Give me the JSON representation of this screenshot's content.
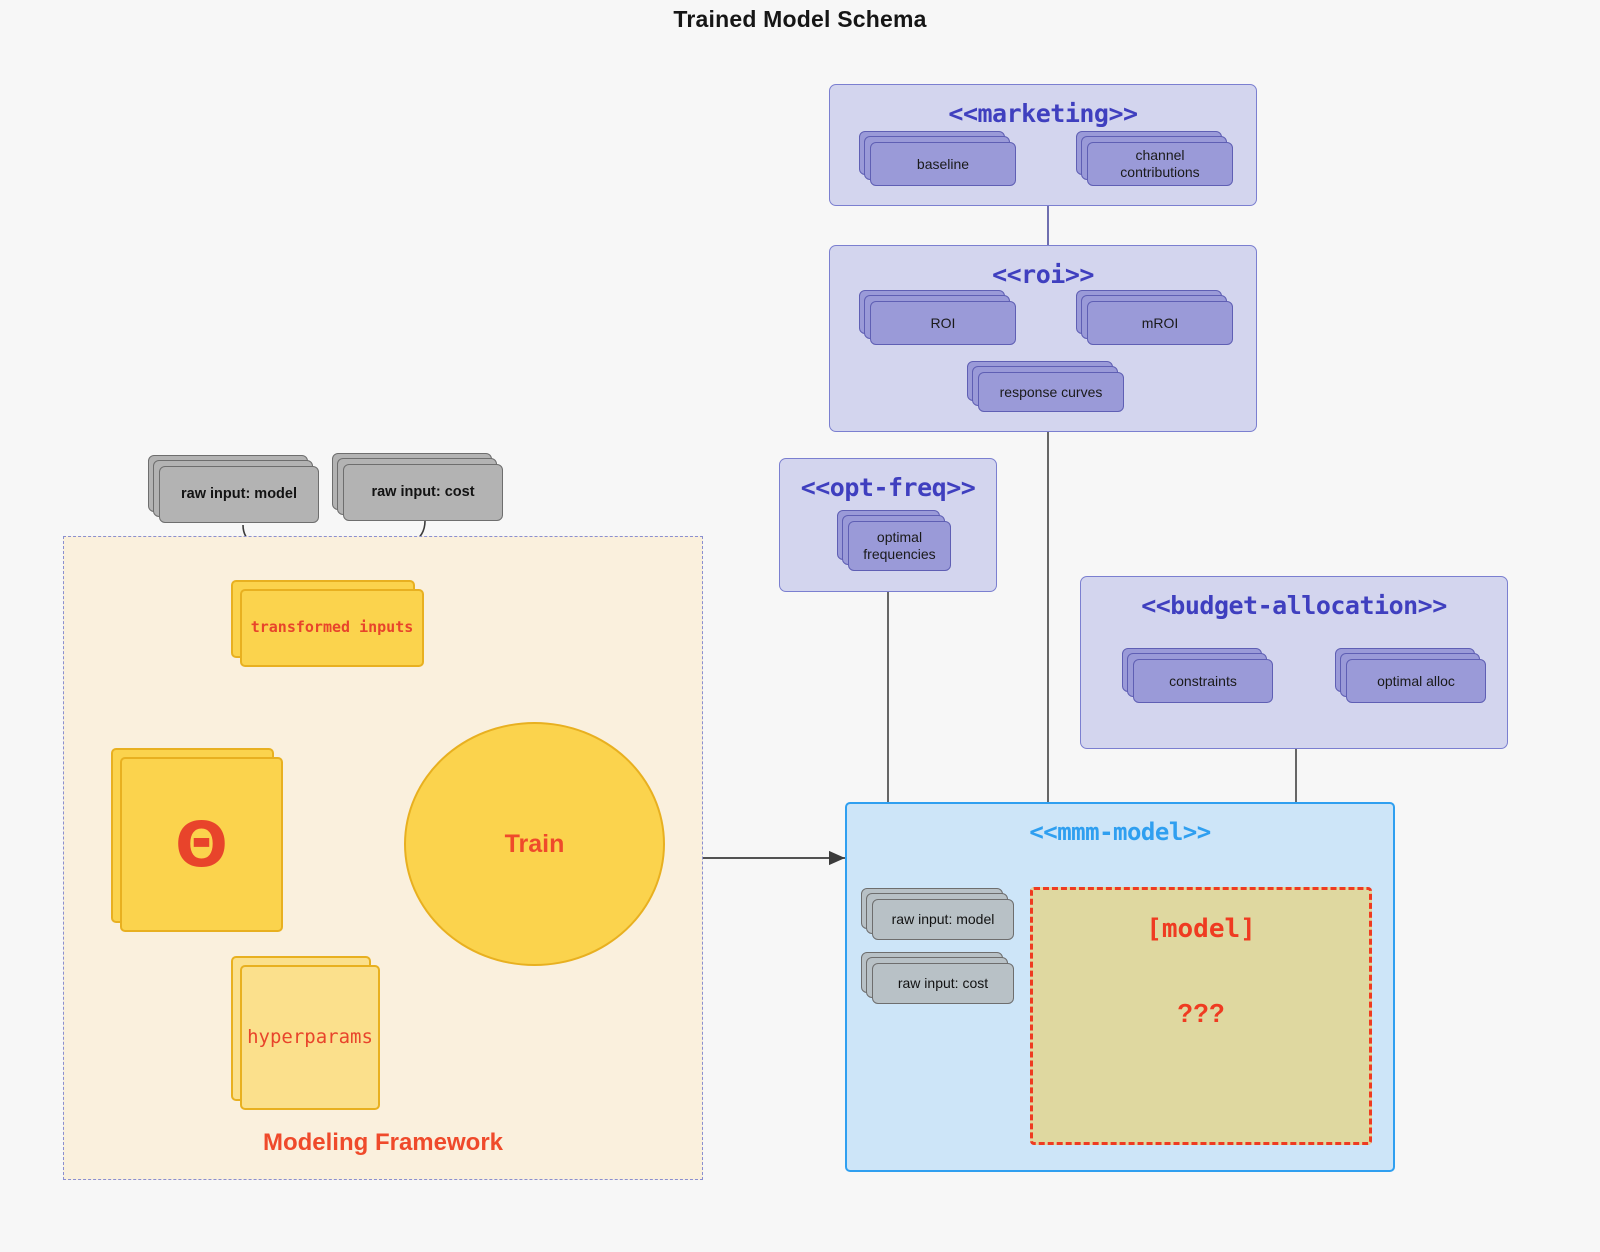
{
  "title": "Trained Model Schema",
  "colors": {
    "background": "#f7f7f7",
    "package_fill": "#d3d5ee",
    "package_border": "#7b7fd0",
    "package_title": "#3f3fbf",
    "node_purple_fill": "#9a9ad8",
    "node_purple_border": "#5f5fb4",
    "node_gray_fill": "#b3b3b3",
    "node_gray_border": "#6e6e6e",
    "mmm_fill": "#cde5f8",
    "mmm_border": "#2f9ff0",
    "framework_fill": "#faf0dd",
    "framework_border": "#8a8fd0",
    "yellow_fill": "#fbd34d",
    "yellow_border": "#e8b020",
    "pale_yellow_fill": "#fbe08c",
    "accent_red": "#ef4a2b",
    "model_box_fill": "#dfd8a0",
    "model_box_border": "#ef3b21"
  },
  "framework": {
    "label": "Modeling Framework",
    "raw_inputs": [
      {
        "label": "raw input: model"
      },
      {
        "label": "raw input: cost"
      }
    ],
    "transformed_inputs": {
      "label": "transformed inputs"
    },
    "theta": {
      "label": "Θ"
    },
    "hyperparams": {
      "label": "hyperparams"
    },
    "train": {
      "label": "Train"
    }
  },
  "packages": [
    {
      "id": "marketing",
      "title": "<<marketing>>",
      "nodes": [
        {
          "label": "baseline"
        },
        {
          "label": "channel contributions"
        }
      ]
    },
    {
      "id": "roi",
      "title": "<<roi>>",
      "nodes": [
        {
          "label": "ROI"
        },
        {
          "label": "mROI"
        },
        {
          "label": "response curves"
        }
      ]
    },
    {
      "id": "opt-freq",
      "title": "<<opt-freq>>",
      "nodes": [
        {
          "label": "optimal\nfrequencies",
          "line1": "optimal",
          "line2": "frequencies"
        }
      ]
    },
    {
      "id": "budget-allocation",
      "title": "<<budget-allocation>>",
      "nodes": [
        {
          "label": "constraints"
        },
        {
          "label": "optimal alloc"
        }
      ]
    },
    {
      "id": "mmm-model",
      "title": "<<mmm-model>>",
      "nodes": [
        {
          "label": "raw input: model"
        },
        {
          "label": "raw input: cost"
        }
      ],
      "model_box": {
        "title": "[model]",
        "question": "???"
      }
    }
  ]
}
